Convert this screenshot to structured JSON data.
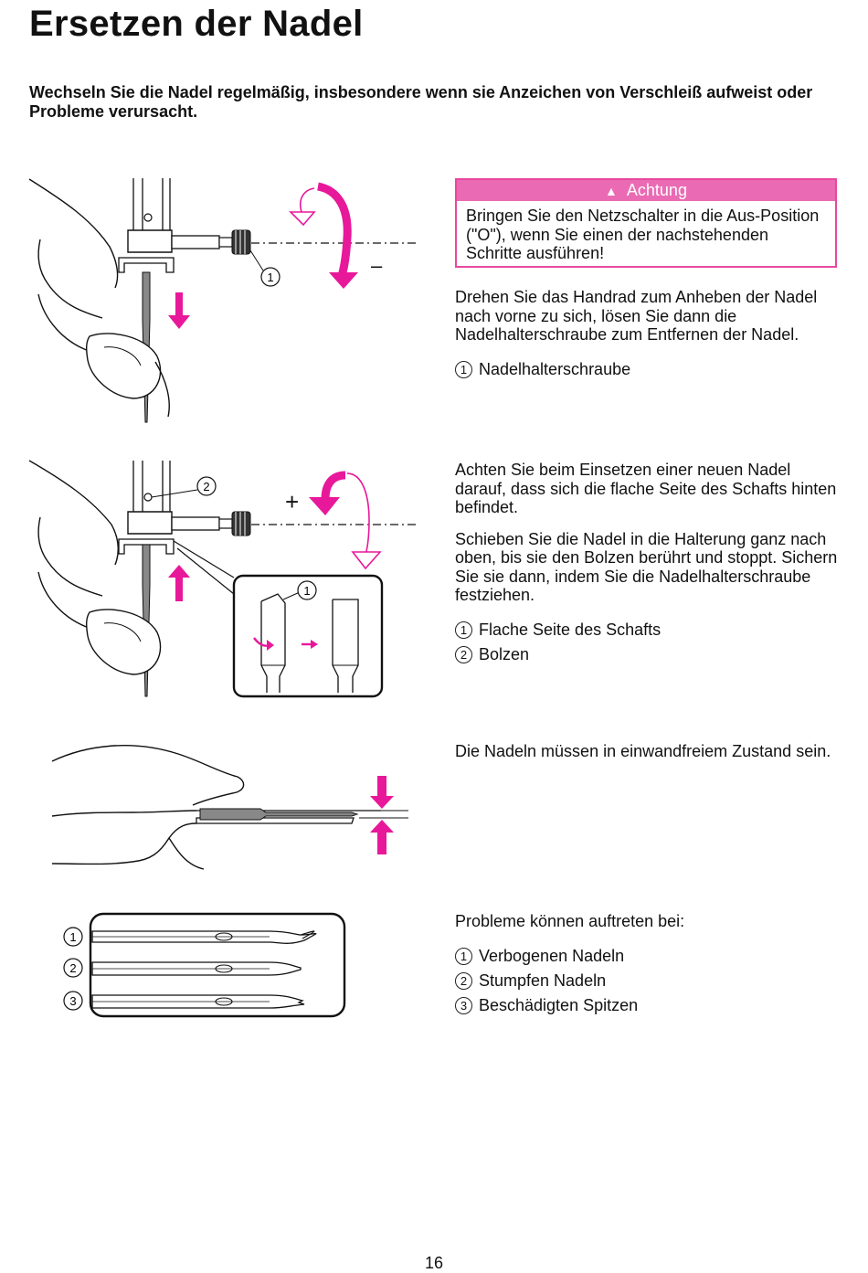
{
  "page": {
    "title": "Ersetzen der Nadel",
    "intro": "Wechseln Sie die Nadel regelmäßig, insbesondere wenn sie Anzeichen von Verschleiß aufweist oder Probleme verursacht.",
    "page_number": "16"
  },
  "caution": {
    "icon": "warning-triangle-icon",
    "title": "Achtung",
    "text": "Bringen Sie den Netzschalter in die Aus-Position (\"O\"), wenn Sie einen der nachstehenden Schritte ausführen!"
  },
  "step1": {
    "text": "Drehen Sie das Handrad zum Anheben der Nadel nach vorne zu sich, lösen Sie dann die Nadelhalterschraube zum Entfernen der Nadel.",
    "legend": [
      {
        "num": "1",
        "label": "Nadelhalterschraube"
      }
    ],
    "figure": {
      "callout": "1",
      "sign": "–"
    }
  },
  "step2": {
    "text1": "Achten Sie beim Einsetzen einer neuen Nadel darauf, dass sich die flache Seite des Schafts hinten befindet.",
    "text2": "Schieben Sie die Nadel in die Halterung ganz nach oben, bis sie den Bolzen berührt und stoppt. Sichern Sie sie dann, indem Sie die Nadelhalterschraube festziehen.",
    "legend": [
      {
        "num": "1",
        "label": "Flache Seite des Schafts"
      },
      {
        "num": "2",
        "label": "Bolzen"
      }
    ],
    "figure": {
      "callout_shank": "1",
      "callout_pin": "2",
      "sign": "+"
    }
  },
  "step3": {
    "text": "Die Nadeln müssen in einwandfreiem Zustand sein."
  },
  "step4": {
    "text": "Probleme können auftreten bei:",
    "legend": [
      {
        "num": "1",
        "label": "Verbogenen Nadeln"
      },
      {
        "num": "2",
        "label": "Stumpfen Nadeln"
      },
      {
        "num": "3",
        "label": "Beschädigten Spitzen"
      }
    ],
    "figure": {
      "callouts": [
        "1",
        "2",
        "3"
      ]
    }
  },
  "colors": {
    "accent": "#e8189a",
    "caution_bg": "#ea6bb3",
    "line": "#111111"
  }
}
